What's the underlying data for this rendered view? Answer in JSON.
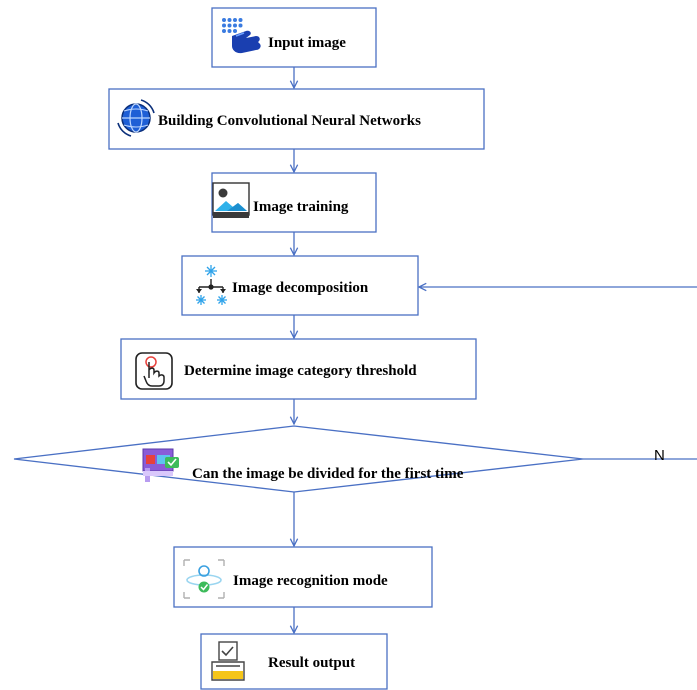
{
  "nodes": {
    "input_image": {
      "label": "Input image",
      "icon": "keypad-hand-icon"
    },
    "build_cnn": {
      "label": "Building Convolutional Neural Networks",
      "icon": "globe-network-icon"
    },
    "image_training": {
      "label": "Image training",
      "icon": "picture-icon"
    },
    "image_decomposition": {
      "label": "Image decomposition",
      "icon": "hierarchy-decompose-icon"
    },
    "category_threshold": {
      "label": "Determine image category threshold",
      "icon": "touch-hand-icon"
    },
    "divide_decision": {
      "label": "Can the image be divided for the first time",
      "icon": "tablet-check-icon"
    },
    "recognition_mode": {
      "label": "Image recognition mode",
      "icon": "recognition-target-icon"
    },
    "result_output": {
      "label": "Result output",
      "icon": "ballot-box-icon"
    }
  },
  "edges": {
    "no_branch_label": "N"
  },
  "colors": {
    "border": "#4a70c4",
    "icon_blue": "#1e5fd6",
    "icon_light_blue": "#2fb1ea",
    "icon_green": "#3dbb5b",
    "icon_red": "#e8413c",
    "icon_purple": "#8a5cd8",
    "icon_yellow": "#f5c518"
  }
}
